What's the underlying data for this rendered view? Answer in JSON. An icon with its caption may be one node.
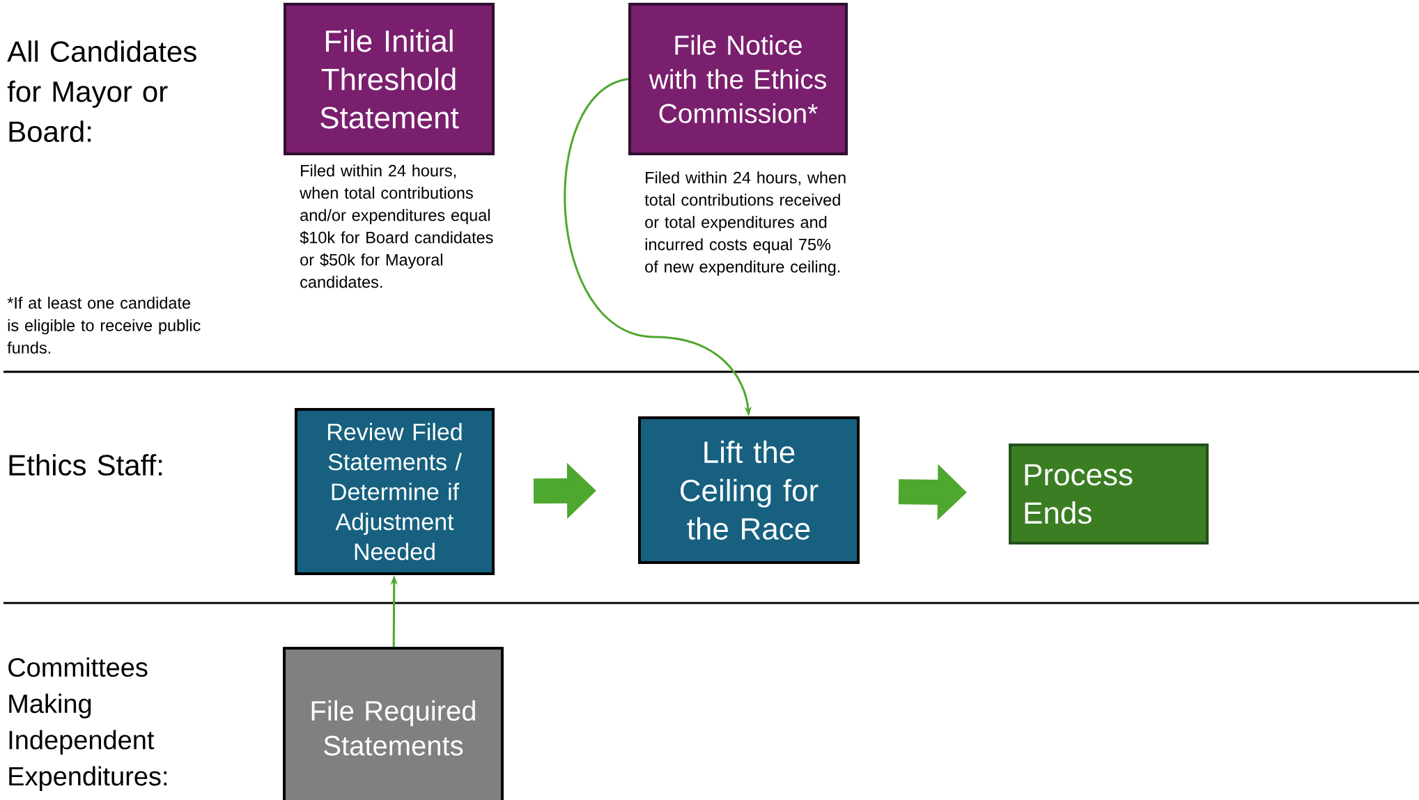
{
  "diagram": {
    "nodes": [
      {
        "text": [
          "File Initial Threshold Statement"
        ],
        "beside": [
          "Filed within 24 hours, when total contributions and/or expenditures equal $10k for Board candidates or $50k for Mayoral candidates."
        ]
      },
      {
        "text": [
          "File Notice with the Ethics Commission*"
        ],
        "beside": [
          "Filed within 24 hours, when total contributions received or total expenditures and incurred costs equal 75% of new expenditure ceiling."
        ]
      },
      {
        "text": [
          "Review Filed Statements / Determine if Adjustment Needed"
        ]
      },
      {
        "text": [
          "Lift the Ceiling for the Race"
        ]
      },
      {
        "text": [
          "Process Ends"
        ]
      },
      {
        "text": [
          "File Required Statements"
        ]
      }
    ],
    "edges": [
      {
        "from": 1,
        "to": 3,
        "arrow": "to"
      },
      {
        "from": 2,
        "to": 3,
        "arrow": "to",
        "style": "thick"
      },
      {
        "from": 3,
        "to": 4,
        "arrow": "to",
        "style": "thick"
      },
      {
        "from": 5,
        "to": 2,
        "arrow": "to"
      }
    ],
    "labels": [
      "All Candidates for Mayor or Board:",
      "*If at least one candidate is eligible to receive public funds.",
      "Ethics Staff:",
      "Committees Making Independent Expenditures:"
    ]
  }
}
